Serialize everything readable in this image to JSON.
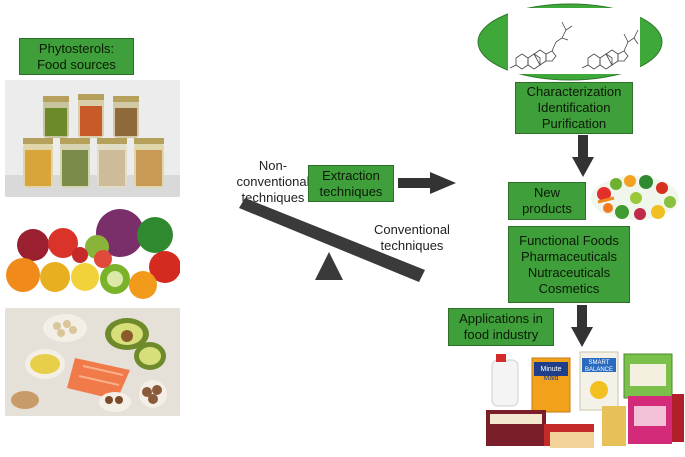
{
  "sources": {
    "title_line1": "Phytosterols:",
    "title_line2": "Food sources"
  },
  "balance": {
    "left_label_line1": "Non-",
    "left_label_line2": "conventional",
    "left_label_line3": "techniques",
    "right_label_line1": "Conventional",
    "right_label_line2": "techniques"
  },
  "extraction": {
    "line1": "Extraction",
    "line2": "techniques"
  },
  "characterization": {
    "line1": "Characterization",
    "line2": "Identification",
    "line3": "Purification"
  },
  "new_products": {
    "line1": "New",
    "line2": "products"
  },
  "uses": {
    "line1": "Functional Foods",
    "line2": "Pharmaceuticals",
    "line3": "Nutraceuticals",
    "line4": "Cosmetics"
  },
  "applications": {
    "line1": "Applications in",
    "line2": "food industry"
  },
  "products": {
    "brand1": "Minute",
    "brand1b": "Maid",
    "brand2": "SMART",
    "brand2b": "BALANCE"
  },
  "colors": {
    "box_green": "#3f9f3a",
    "oval_green": "#3fa83a",
    "arrow": "#333333",
    "seesaw": "#3a3a3a"
  }
}
